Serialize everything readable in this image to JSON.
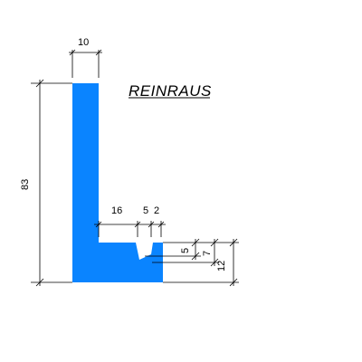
{
  "brand": {
    "text": "REINRAUS",
    "color": "#000000"
  },
  "profile": {
    "color": "#0a84ff"
  },
  "dimensions": {
    "top_width": "10",
    "height": "83",
    "foot_length": "16",
    "groove_width": "5",
    "lip_width": "2",
    "groove_depth": "5",
    "step_height": "7",
    "foot_height": "12"
  }
}
